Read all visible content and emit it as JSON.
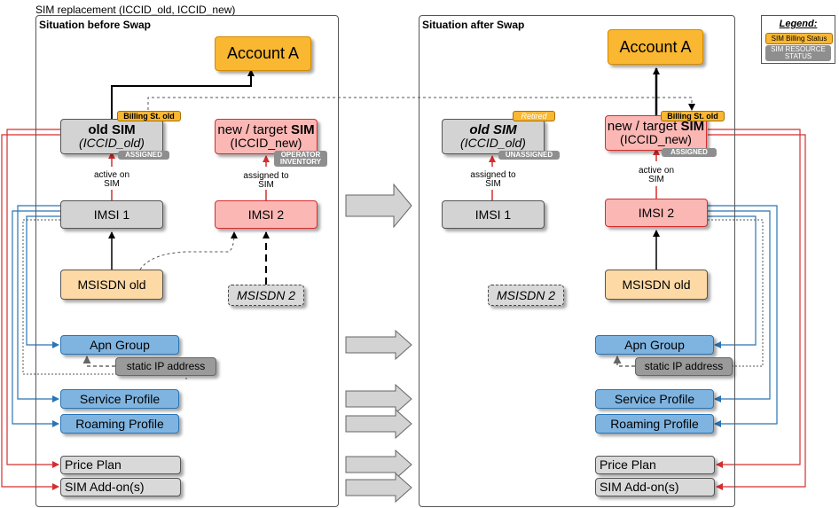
{
  "title": "SIM replacement (ICCID_old, ICCID_new)",
  "legend": {
    "heading": "Legend:",
    "billing_status": "SIM Billing Status",
    "resource_status": "SIM RESOURCE STATUS",
    "billing_color": "#f9b732",
    "resource_color": "#8e8e8e"
  },
  "before": {
    "title": "Situation before Swap",
    "account": "Account A",
    "old_sim": {
      "line1": "old SIM",
      "line2": "(ICCID_old)",
      "billing": "Billing St. old",
      "status": "ASSIGNED"
    },
    "new_sim": {
      "line1_prefix": "new / target ",
      "line1_bold": "SIM",
      "line2": "(ICCID_new)",
      "status": "OPERATOR INVENTORY"
    },
    "link_old": "active on SIM",
    "link_new": "assigned to SIM",
    "imsi1": "IMSI 1",
    "imsi2": "IMSI 2",
    "msisdn_old": "MSISDN old",
    "msisdn2": "MSISDN 2",
    "apn_group": "Apn Group",
    "static_ip": "static IP address",
    "service_profile": "Service Profile",
    "roaming_profile": "Roaming Profile",
    "price_plan": "Price Plan",
    "sim_addons": "SIM Add-on(s)"
  },
  "after": {
    "title": "Situation after Swap",
    "account": "Account A",
    "old_sim": {
      "line1": "old SIM",
      "line2": "(ICCID_old)",
      "retired": "Retired",
      "status": "UNASSIGNED"
    },
    "new_sim": {
      "line1_prefix": "new / target ",
      "line1_bold": "SIM",
      "line2": "(ICCID_new)",
      "billing": "Billing St. old",
      "status": "ASSIGNED"
    },
    "link_old": "assigned to SIM",
    "link_new": "active on SIM",
    "imsi1": "IMSI 1",
    "imsi2": "IMSI 2",
    "msisdn2": "MSISDN 2",
    "msisdn_old": "MSISDN old",
    "apn_group": "Apn Group",
    "static_ip": "static IP address",
    "service_profile": "Service Profile",
    "roaming_profile": "Roaming Profile",
    "price_plan": "Price Plan",
    "sim_addons": "SIM Add-on(s)"
  },
  "colors": {
    "red_line": "#d52e2e",
    "blue_line": "#2a74b4",
    "account": "#f9b732",
    "pink_box": "#fbb7b4",
    "gray_box": "#d3d3d3",
    "blue_box": "#7fb4e1",
    "peach_box": "#fdd9a5"
  }
}
